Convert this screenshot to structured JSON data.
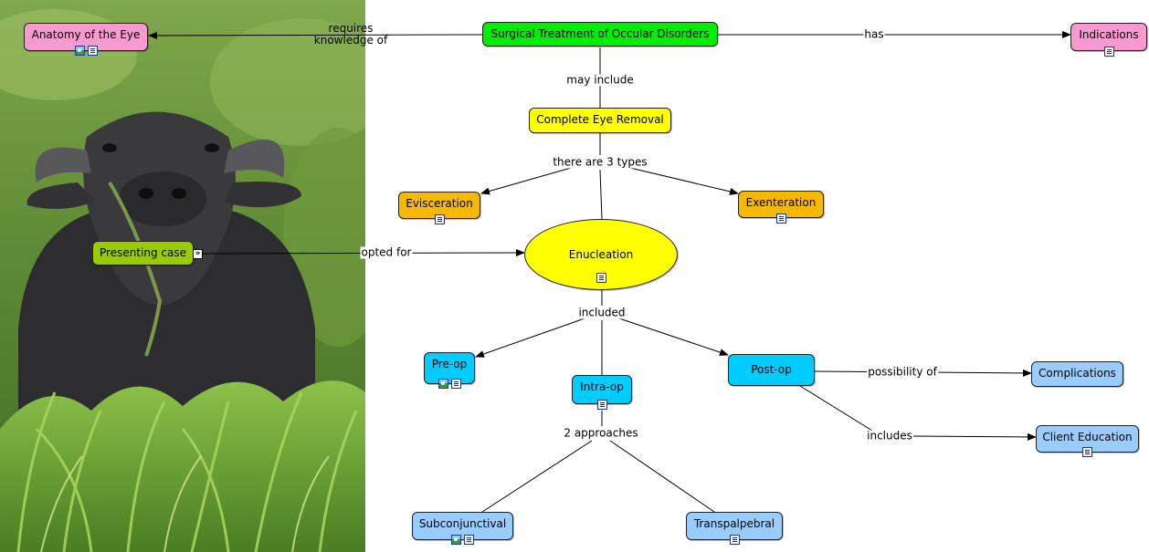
{
  "concepts": {
    "anatomy": {
      "label": "Anatomy of the Eye",
      "color": "#f79ad0"
    },
    "surgical": {
      "label": "Surgical Treatment of Occular Disorders",
      "color": "#00ee00"
    },
    "indications": {
      "label": "Indications",
      "color": "#f79ad0"
    },
    "removal": {
      "label": "Complete Eye Removal",
      "color": "#ffff00"
    },
    "evisceration": {
      "label": "Evisceration",
      "color": "#f7b800"
    },
    "exenteration": {
      "label": "Exenteration",
      "color": "#f7b800"
    },
    "presenting": {
      "label": "Presenting case",
      "color": "#99cc00"
    },
    "enucleation": {
      "label": "Enucleation",
      "color": "#ffff00"
    },
    "preop": {
      "label": "Pre-op",
      "color": "#00ccff"
    },
    "intraop": {
      "label": "Intra-op",
      "color": "#00ccff"
    },
    "postop": {
      "label": "Post-op",
      "color": "#00ccff"
    },
    "complications": {
      "label": "Complications",
      "color": "#99ccff"
    },
    "client_ed": {
      "label": "Client Education",
      "color": "#99ccff"
    },
    "subconj": {
      "label": "Subconjunctival",
      "color": "#99ccff"
    },
    "transpal": {
      "label": "Transpalpebral",
      "color": "#99ccff"
    }
  },
  "phrases": {
    "requires": "requires\nknowledge of",
    "has": "has",
    "may_include": "may include",
    "three_types": "there are 3 types",
    "opted_for": "opted for",
    "included": "included",
    "possibility": "possibility of",
    "includes": "includes",
    "approaches": "2 approaches"
  },
  "colors": {
    "line": "#000000",
    "node_border": "#222222",
    "resource_icon_border": "#1c3d8c"
  }
}
